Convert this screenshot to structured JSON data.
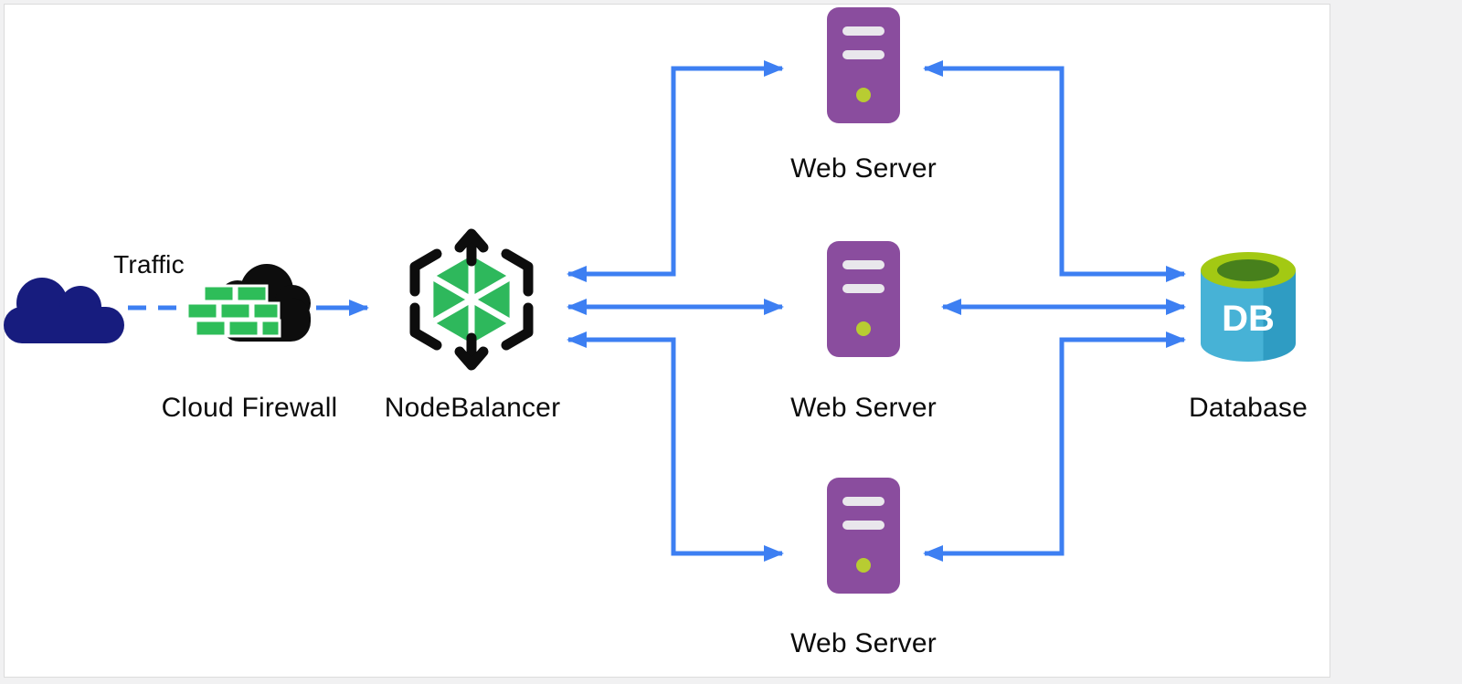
{
  "page": {
    "background": "#f1f1f2",
    "canvas_background": "#ffffff"
  },
  "diagram": {
    "nodes": {
      "traffic": {
        "label": "Traffic"
      },
      "cloud_firewall": {
        "label": "Cloud Firewall"
      },
      "nodebalancer": {
        "label": "NodeBalancer"
      },
      "web_server_1": {
        "label": "Web Server"
      },
      "web_server_2": {
        "label": "Web Server"
      },
      "web_server_3": {
        "label": "Web Server"
      },
      "database": {
        "label": "Database",
        "badge": "DB"
      }
    },
    "connections": [
      {
        "from": "traffic",
        "to": "cloud_firewall",
        "style": "dashed",
        "arrows": "none"
      },
      {
        "from": "cloud_firewall",
        "to": "nodebalancer",
        "style": "solid",
        "arrows": "forward"
      },
      {
        "from": "nodebalancer",
        "to": "web_server_1",
        "style": "solid",
        "arrows": "both"
      },
      {
        "from": "nodebalancer",
        "to": "web_server_2",
        "style": "solid",
        "arrows": "both"
      },
      {
        "from": "nodebalancer",
        "to": "web_server_3",
        "style": "solid",
        "arrows": "both"
      },
      {
        "from": "web_server_1",
        "to": "database",
        "style": "solid",
        "arrows": "both"
      },
      {
        "from": "web_server_2",
        "to": "database",
        "style": "solid",
        "arrows": "both"
      },
      {
        "from": "web_server_3",
        "to": "database",
        "style": "solid",
        "arrows": "both"
      }
    ],
    "colors": {
      "arrow": "#3d7ff2",
      "traffic_cloud": "#171c7e",
      "firewall_cloud": "#0d0d0d",
      "brick_green": "#2ebd59",
      "nb_green": "#2eb85c",
      "nb_black": "#0d0d0d",
      "server_purple": "#8a4d9e",
      "server_bar": "#e9e7ec",
      "server_led": "#b8cc32",
      "db_body": "#47b2d6",
      "db_body_dark": "#2f9cc3",
      "db_top": "#a3c913",
      "db_top_inner": "#47801c",
      "label_color": "#0b0b0b"
    }
  }
}
